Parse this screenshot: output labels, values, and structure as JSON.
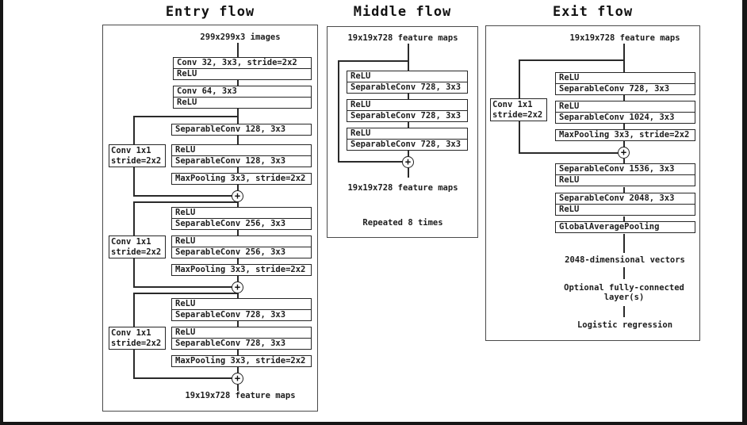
{
  "colors": {
    "background": "#ffffff",
    "line": "#2a2a2a",
    "node_border": "#262626",
    "outer_border": "#4a4a4a",
    "text": "#1c1c1c",
    "edge_bar": "#161616"
  },
  "icons": {
    "plus": "+"
  },
  "labels": {
    "skip_conv": [
      "Conv 1x1",
      "stride=2x2"
    ]
  },
  "entry": {
    "title": "Entry flow",
    "input_label": "299x299x3 images",
    "output_label": "19x19x728 feature maps",
    "boxes": [
      {
        "rows": [
          "Conv 32, 3x3, stride=2x2",
          "ReLU"
        ]
      },
      {
        "rows": [
          "Conv 64, 3x3",
          "ReLU"
        ]
      },
      {
        "rows": [
          "SeparableConv 128, 3x3"
        ]
      },
      {
        "rows": [
          "ReLU",
          "SeparableConv 128, 3x3"
        ]
      },
      {
        "rows": [
          "MaxPooling 3x3, stride=2x2"
        ]
      },
      {
        "rows": [
          "ReLU",
          "SeparableConv 256, 3x3"
        ]
      },
      {
        "rows": [
          "ReLU",
          "SeparableConv 256, 3x3"
        ]
      },
      {
        "rows": [
          "MaxPooling 3x3, stride=2x2"
        ]
      },
      {
        "rows": [
          "ReLU",
          "SeparableConv 728, 3x3"
        ]
      },
      {
        "rows": [
          "ReLU",
          "SeparableConv 728, 3x3"
        ]
      },
      {
        "rows": [
          "MaxPooling 3x3, stride=2x2"
        ]
      }
    ]
  },
  "middle": {
    "title": "Middle flow",
    "input_label": "19x19x728 feature maps",
    "output_label": "19x19x728 feature maps",
    "note": "Repeated 8 times",
    "boxes": [
      {
        "rows": [
          "ReLU",
          "SeparableConv 728, 3x3"
        ]
      },
      {
        "rows": [
          "ReLU",
          "SeparableConv 728, 3x3"
        ]
      },
      {
        "rows": [
          "ReLU",
          "SeparableConv 728, 3x3"
        ]
      }
    ]
  },
  "exit": {
    "title": "Exit flow",
    "input_label": "19x19x728 feature maps",
    "boxes": [
      {
        "rows": [
          "ReLU",
          "SeparableConv 728, 3x3"
        ]
      },
      {
        "rows": [
          "ReLU",
          "SeparableConv 1024, 3x3"
        ]
      },
      {
        "rows": [
          "MaxPooling 3x3, stride=2x2"
        ]
      },
      {
        "rows": [
          "SeparableConv 1536, 3x3",
          "ReLU"
        ]
      },
      {
        "rows": [
          "SeparableConv 2048, 3x3",
          "ReLU"
        ]
      },
      {
        "rows": [
          "GlobalAveragePooling"
        ]
      }
    ],
    "vector_label": "2048-dimensional vectors",
    "fc_label": "Optional fully-connected layer(s)",
    "output_label": "Logistic regression"
  }
}
